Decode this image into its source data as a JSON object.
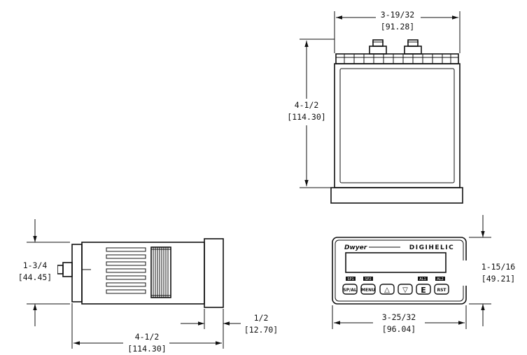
{
  "top_view": {
    "width_in": "3-19/32",
    "width_mm": "[91.28]",
    "height_in": "4-1/2",
    "height_mm": "[114.30]"
  },
  "side_view": {
    "height_in": "1-3/4",
    "height_mm": "[44.45]",
    "length_in": "4-1/2",
    "length_mm": "[114.30]",
    "bezel_in": "1/2",
    "bezel_mm": "[12.70]"
  },
  "front_view": {
    "brand": "Dwyer",
    "product": "DIGIHELIC",
    "indicator_labels": [
      "SP1",
      "SP2",
      "AL1",
      "AL2"
    ],
    "buttons": [
      "SP/AL",
      "MENU",
      "△",
      "▽",
      "E",
      "RST"
    ],
    "height_in": "1-15/16",
    "height_mm": "[49.21]",
    "width_in": "3-25/32",
    "width_mm": "[96.04]"
  }
}
